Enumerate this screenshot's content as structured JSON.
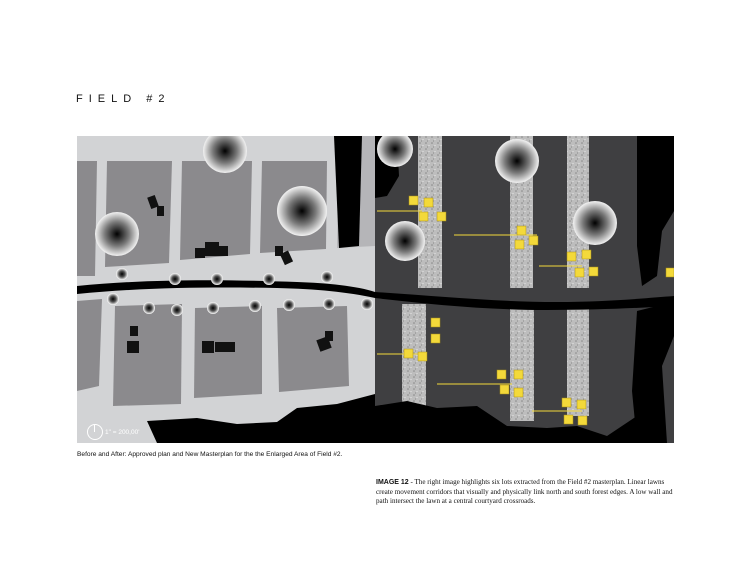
{
  "title": "FIELD #2",
  "scale_text": "1\" = 200,00'",
  "caption": "Before and After: Approved plan and New Masterplan for the the Enlarged Area of Field #2.",
  "description": {
    "lead": "IMAGE 12",
    "body": " - The right image highlights six lots extracted from the Field #2 masterplan. Linear lawns create movement corridors that visually and physically link north and south forest edges.  A low wall and path intersect the lawn at a central courtyard crossroads."
  },
  "colors": {
    "approved_ground": "#d2d3d5",
    "lot": "#8b8a8d",
    "masterplan_ground": "#3f3f41",
    "road": "#000000",
    "lot_marker": "#f3d93a"
  }
}
